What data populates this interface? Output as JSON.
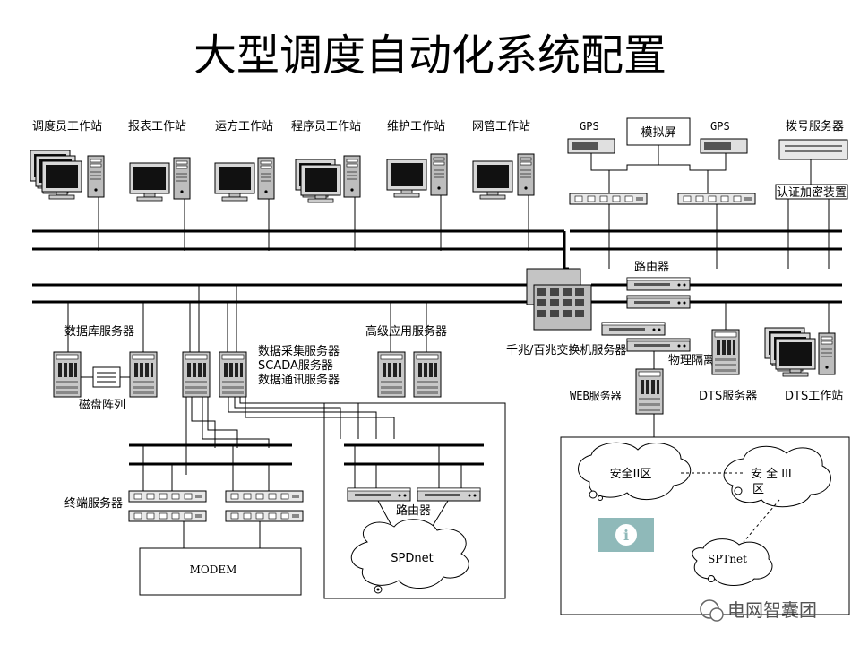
{
  "title": "大型调度自动化系统配置",
  "workstations": [
    "调度员工作站",
    "报表工作站",
    "运方工作站",
    "程序员工作站",
    "维护工作站",
    "网管工作站"
  ],
  "top_right": {
    "gps_left": "GPS",
    "gps_right": "GPS",
    "simulation_screen": "模拟屏",
    "dialup_server": "拨号服务器",
    "auth_device": "认证加密装置"
  },
  "servers": {
    "database": "数据库服务器",
    "disk_array": "磁盘阵列",
    "data_acq": "数据采集服务器",
    "scada": "SCADA服务器",
    "data_comm": "数据通讯服务器",
    "advanced_app": "高级应用服务器",
    "switch": "千兆/百兆交换机服务器",
    "router_top": "路由器",
    "physical_isolation": "物理隔离",
    "web": "WEB服务器",
    "dts_server": "DTS服务器",
    "dts_ws": "DTS工作站"
  },
  "bottom": {
    "terminal_server": "终端服务器",
    "modem": "MODEM",
    "router_bottom": "路由器",
    "spdnet": "SPDnet"
  },
  "security": {
    "zone2": "安全II区",
    "zone3_line1": "安 全 III",
    "zone3_line2": "区",
    "sptnet": "SPTnet",
    "info_icon": "i"
  },
  "watermark": "电网智囊团"
}
